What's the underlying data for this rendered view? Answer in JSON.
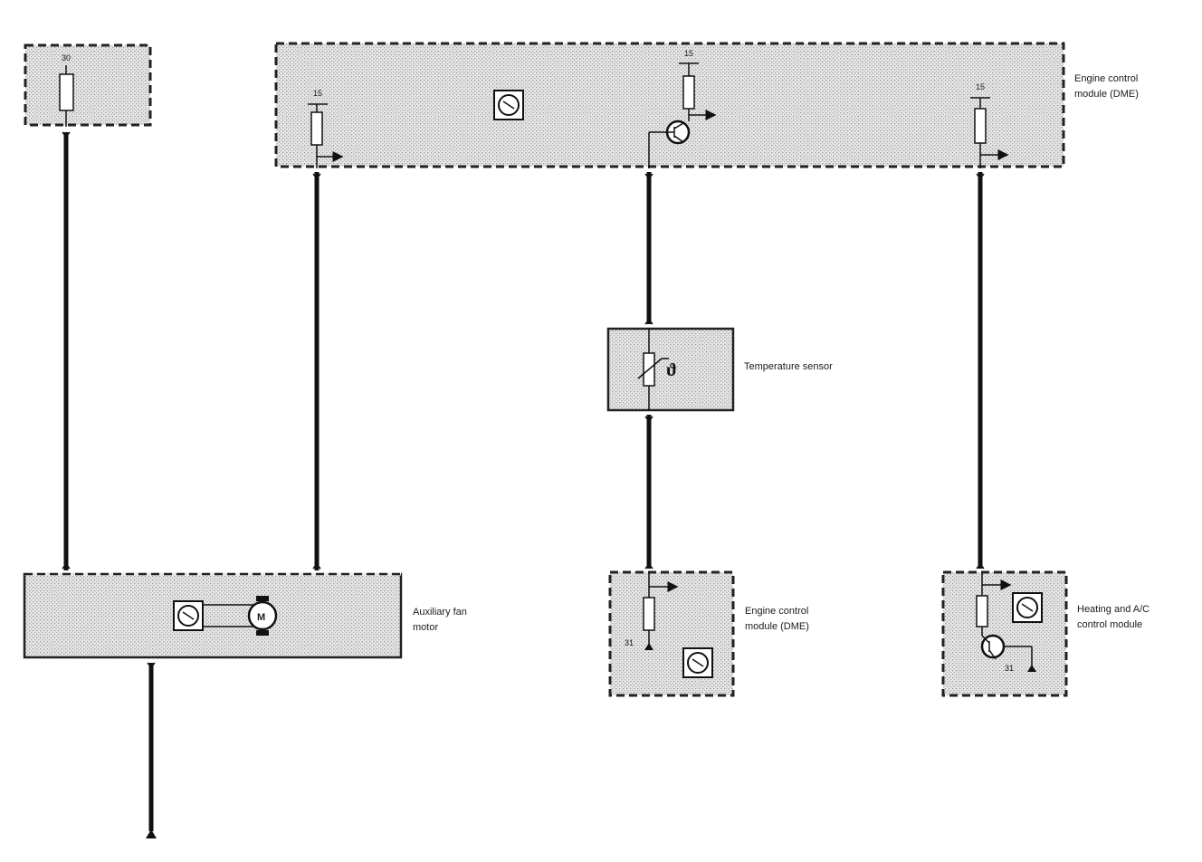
{
  "components": {
    "fuse_box": {
      "terminal": "30"
    },
    "dme_top": {
      "name_line1": "Engine control",
      "name_line2": "module (DME)",
      "terminal_1": "15",
      "terminal_2": "15",
      "terminal_3": "15"
    },
    "temp_sensor": {
      "name": "Temperature sensor",
      "symbol": "ϑ"
    },
    "fan_motor": {
      "name_line1": "Auxiliary fan",
      "name_line2": "motor",
      "motor_symbol": "M"
    },
    "dme_bottom": {
      "name_line1": "Engine control",
      "name_line2": "module (DME)",
      "ground_terminal": "31"
    },
    "hvac": {
      "name_line1": "Heating and A/C",
      "name_line2": "control module",
      "ground_terminal": "31"
    }
  },
  "colors": {
    "wire": "#111111",
    "box_fill": "#e3e3e3",
    "border": "#222222"
  },
  "icons": [
    "fuse-icon",
    "control-module-icon",
    "transistor-icon",
    "arrow-icon",
    "ground-icon",
    "resistor-icon",
    "motor-icon",
    "ntc-sensor-icon"
  ]
}
